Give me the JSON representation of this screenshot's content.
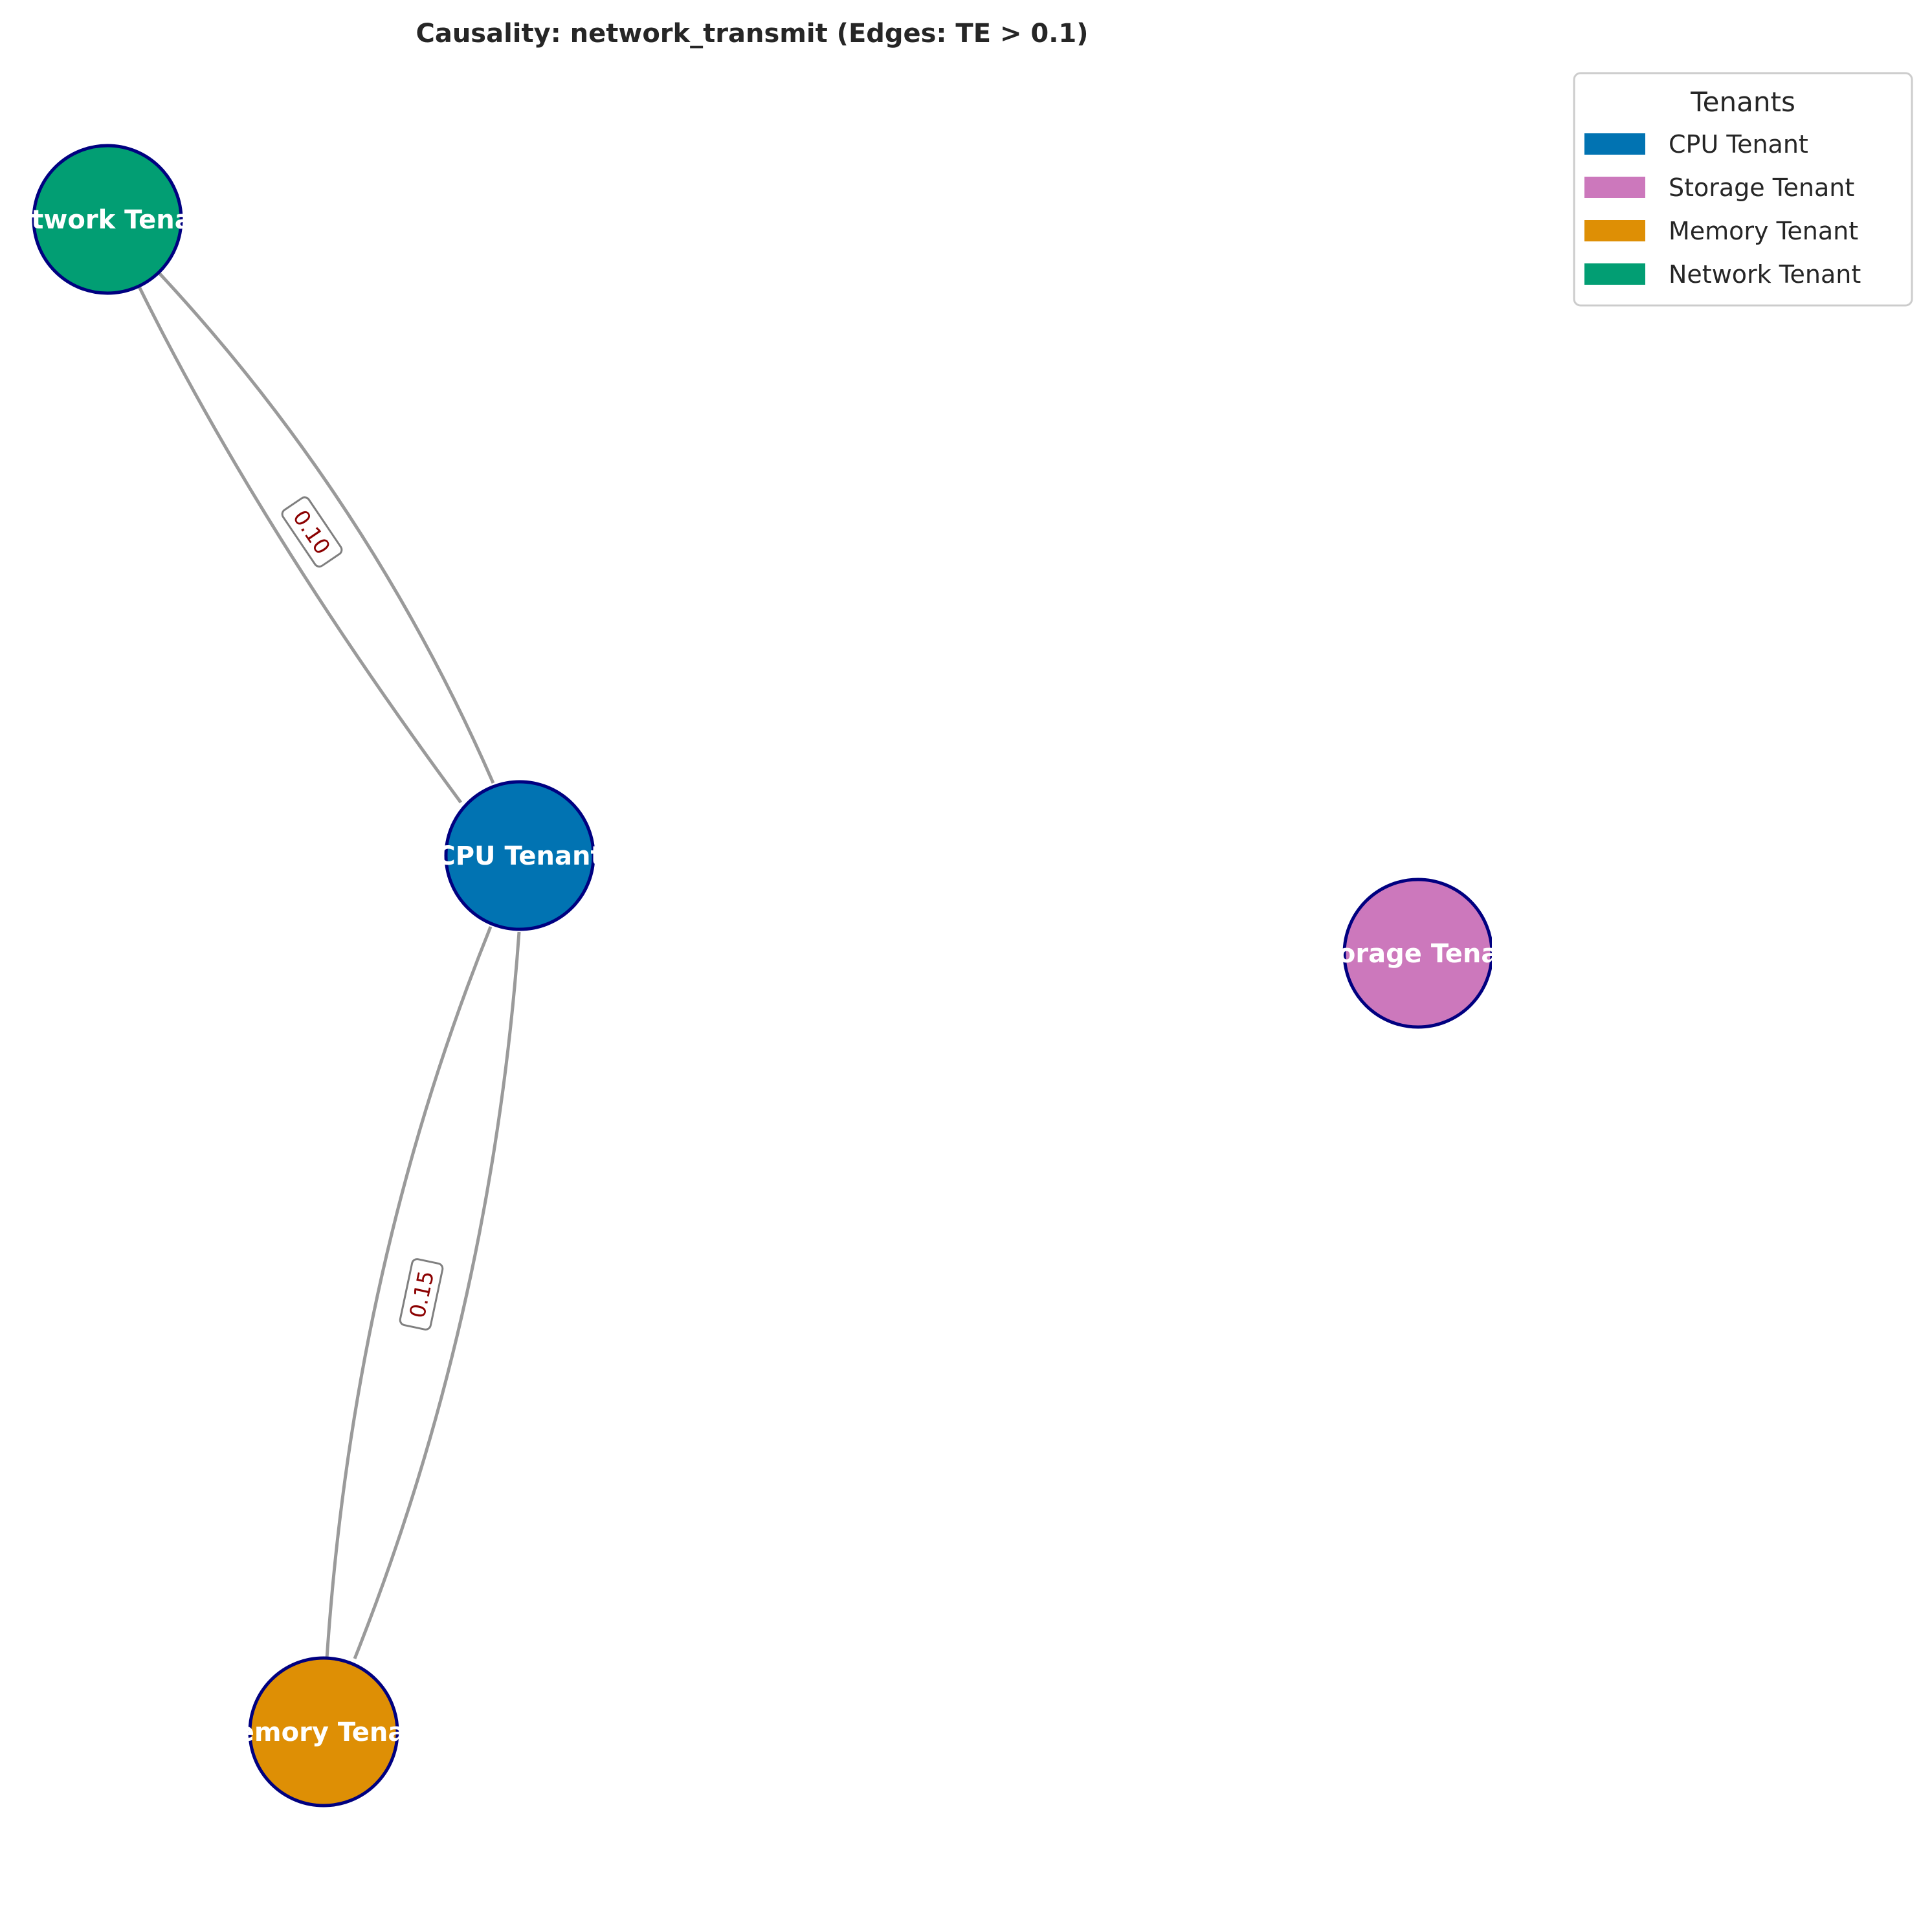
{
  "title": "Causality: network_transmit (Edges: TE > 0.1)",
  "nodes": [
    {
      "id": "network",
      "label": "Network Tenant",
      "color": "#029e73"
    },
    {
      "id": "cpu",
      "label": "CPU Tenant",
      "color": "#0173b2"
    },
    {
      "id": "storage",
      "label": "Storage Tenant",
      "color": "#cc78bc"
    },
    {
      "id": "memory",
      "label": "Memory Tenant",
      "color": "#de8f05"
    }
  ],
  "edges": [
    {
      "from": "network",
      "to": "cpu",
      "weight_label": "0.10"
    },
    {
      "from": "cpu",
      "to": "network",
      "weight_label": ""
    },
    {
      "from": "cpu",
      "to": "memory",
      "weight_label": "0.15"
    },
    {
      "from": "memory",
      "to": "cpu",
      "weight_label": ""
    }
  ],
  "node_border_color": "#000080",
  "edge_color": "#9a9a9a",
  "legend": {
    "title": "Tenants",
    "items": [
      {
        "label": "CPU Tenant",
        "color": "#0173b2"
      },
      {
        "label": "Storage Tenant",
        "color": "#cc78bc"
      },
      {
        "label": "Memory Tenant",
        "color": "#de8f05"
      },
      {
        "label": "Network Tenant",
        "color": "#029e73"
      }
    ]
  }
}
